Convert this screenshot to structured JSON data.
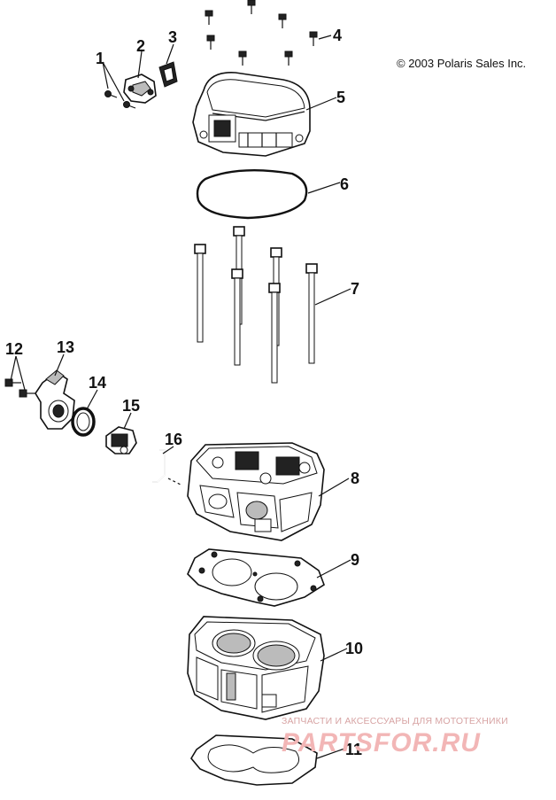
{
  "copyright": "© 2003 Polaris Sales Inc.",
  "watermark": {
    "subtitle": "ЗАПЧАСТИ И АКСЕССУАРЫ ДЛЯ МОТОТЕХНИКИ",
    "logo": "PARTSFOR.RU"
  },
  "callouts": {
    "c1": "1",
    "c2": "2",
    "c3": "3",
    "c4": "4",
    "c5": "5",
    "c6": "6",
    "c7": "7",
    "c8": "8",
    "c9": "9",
    "c10": "10",
    "c11": "11",
    "c12": "12",
    "c13": "13",
    "c14": "14",
    "c15": "15",
    "c16": "16"
  }
}
